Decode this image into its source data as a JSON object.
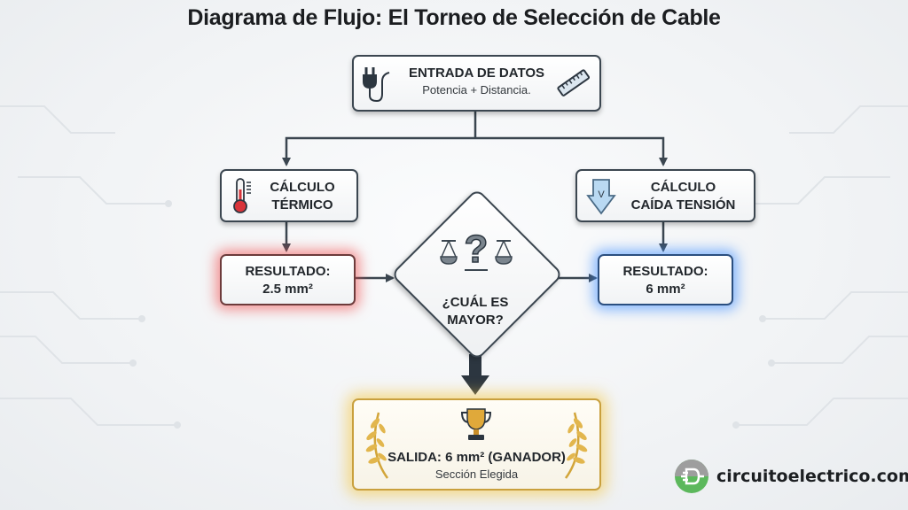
{
  "title": "Diagrama de Flujo: El Torneo de Selección de Cable",
  "nodes": {
    "input": {
      "title": "ENTRADA DE DATOS",
      "subtitle": "Potencia + Distancia.",
      "icons": [
        "plug-icon",
        "ruler-icon"
      ]
    },
    "thermal": {
      "line1": "CÁLCULO",
      "line2": "TÉRMICO",
      "icon": "thermometer-icon"
    },
    "voltage_drop": {
      "line1": "CÁLCULO",
      "line2": "CAÍDA TENSIÓN",
      "icon": "voltage-drop-arrow-icon",
      "icon_letter": "V"
    },
    "result_thermal": {
      "line1": "RESULTADO:",
      "line2": "2.5 mm²",
      "glow_color": "#f04646"
    },
    "result_voltage": {
      "line1": "RESULTADO:",
      "line2": "6 mm²",
      "glow_color": "#3c8cff"
    },
    "decision": {
      "line1": "¿CUÁL ES",
      "line2": "MAYOR?",
      "icon": "scales-question-icon",
      "icon_glyph": "?"
    },
    "output": {
      "title": "SALIDA: 6 mm² (GANADOR)",
      "subtitle": "Sección Elegida",
      "icon": "trophy-icon",
      "glow_color": "#f5c846"
    }
  },
  "edges": [
    {
      "from": "input",
      "to": "thermal"
    },
    {
      "from": "input",
      "to": "voltage_drop"
    },
    {
      "from": "thermal",
      "to": "result_thermal"
    },
    {
      "from": "voltage_drop",
      "to": "result_voltage"
    },
    {
      "from": "result_thermal",
      "to": "decision"
    },
    {
      "from": "decision",
      "to": "result_voltage"
    },
    {
      "from": "decision",
      "to": "output"
    }
  ],
  "brand": {
    "name": "circuitoelectrico.com",
    "color": "#4caf50"
  }
}
